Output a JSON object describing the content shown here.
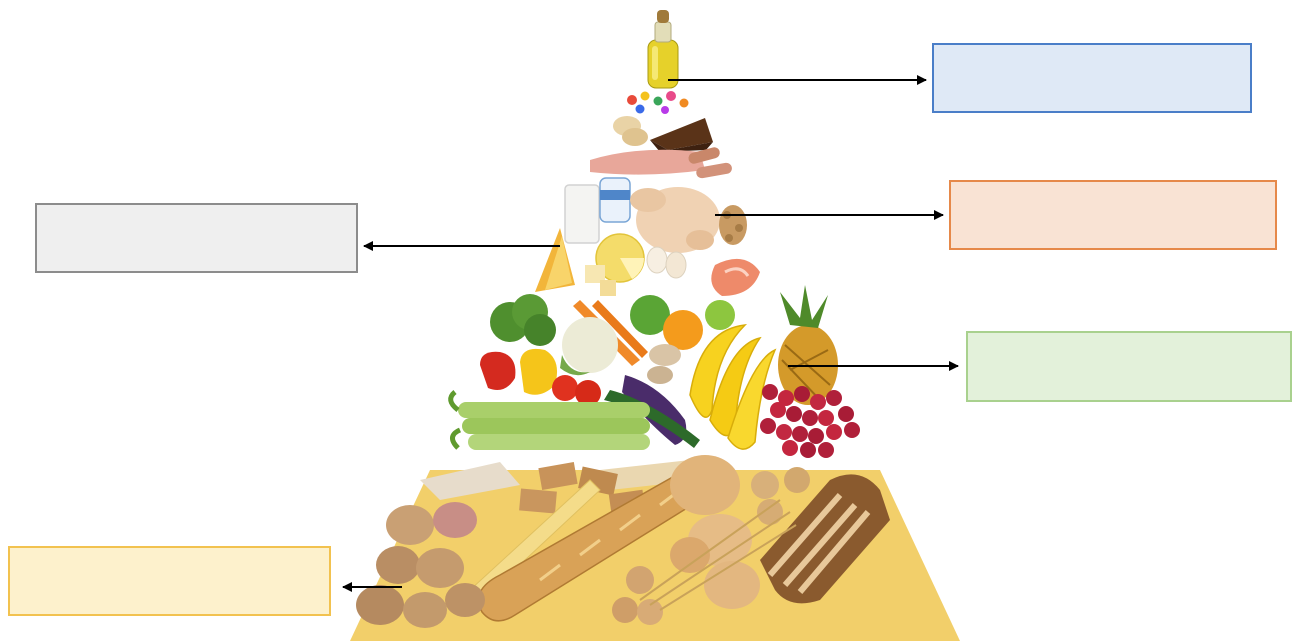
{
  "diagram": {
    "label_boxes": [
      {
        "id": "box-top",
        "name": "label-box-fats-sweets",
        "value": "",
        "fill": "#dfe9f6",
        "border": "#4a7ec8"
      },
      {
        "id": "box-protein",
        "name": "label-box-protein",
        "value": "",
        "fill": "#f9e3d4",
        "border": "#e6894a"
      },
      {
        "id": "box-dairy",
        "name": "label-box-dairy",
        "value": "",
        "fill": "#efefef",
        "border": "#8c8c8c"
      },
      {
        "id": "box-produce",
        "name": "label-box-produce",
        "value": "",
        "fill": "#e3f1da",
        "border": "#a9d18e"
      },
      {
        "id": "box-grains",
        "name": "label-box-grains",
        "value": "",
        "fill": "#fdf1cc",
        "border": "#f2c24f"
      }
    ],
    "arrow_color": "#000000"
  }
}
